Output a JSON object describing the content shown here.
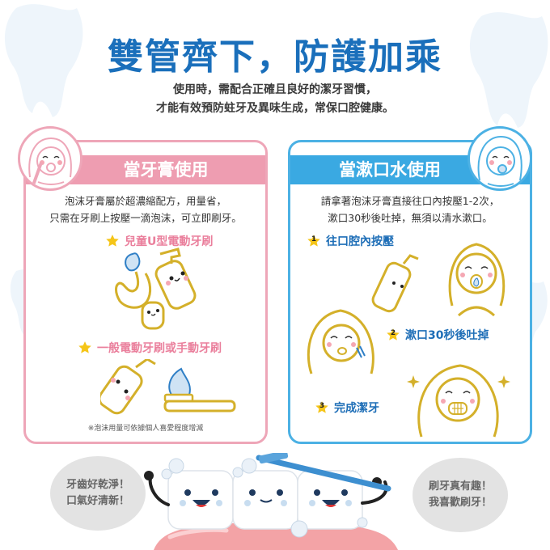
{
  "header": {
    "title": "雙管齊下，防護加乘",
    "subtitle_line1": "使用時，需配合正確且良好的潔牙習慣，",
    "subtitle_line2": "才能有效預防蛀牙及異味生成，常保口腔健康。"
  },
  "colors": {
    "title_blue": "#1a6fbb",
    "pink_accent": "#ee9db1",
    "pink_text": "#ea7f9c",
    "blue_accent": "#3aa9e2",
    "blue_text": "#1e6eb7",
    "gold_outline": "#d4b02a",
    "star_yellow": "#f5c518"
  },
  "toothpaste_card": {
    "header": "當牙膏使用",
    "desc_line1": "泡沫牙膏屬於超濃縮配方，用量省，",
    "desc_line2": "只需在牙刷上按壓一滴泡沫，可立即刷牙。",
    "items": [
      {
        "icon": "star-icon",
        "label": "兒童U型電動牙刷"
      },
      {
        "icon": "star-icon",
        "label": "一般電動牙刷或手動牙刷"
      }
    ],
    "note": "※泡沫用量可依據個人喜愛程度增減"
  },
  "mouthwash_card": {
    "header": "當漱口水使用",
    "desc_line1": "請拿著泡沫牙膏直接往口內按壓1-2次，",
    "desc_line2": "漱口30秒後吐掉，無須以清水漱口。",
    "steps": [
      {
        "number": "1",
        "label": "往口腔內按壓"
      },
      {
        "number": "2",
        "label": "漱口30秒後吐掉"
      },
      {
        "number": "3",
        "label": "完成潔牙"
      }
    ]
  },
  "footer": {
    "bubble_left_line1": "牙齒好乾淨！",
    "bubble_left_line2": "口氣好清新！",
    "bubble_right_line1": "刷牙真有趣！",
    "bubble_right_line2": "我喜歡刷牙！"
  }
}
